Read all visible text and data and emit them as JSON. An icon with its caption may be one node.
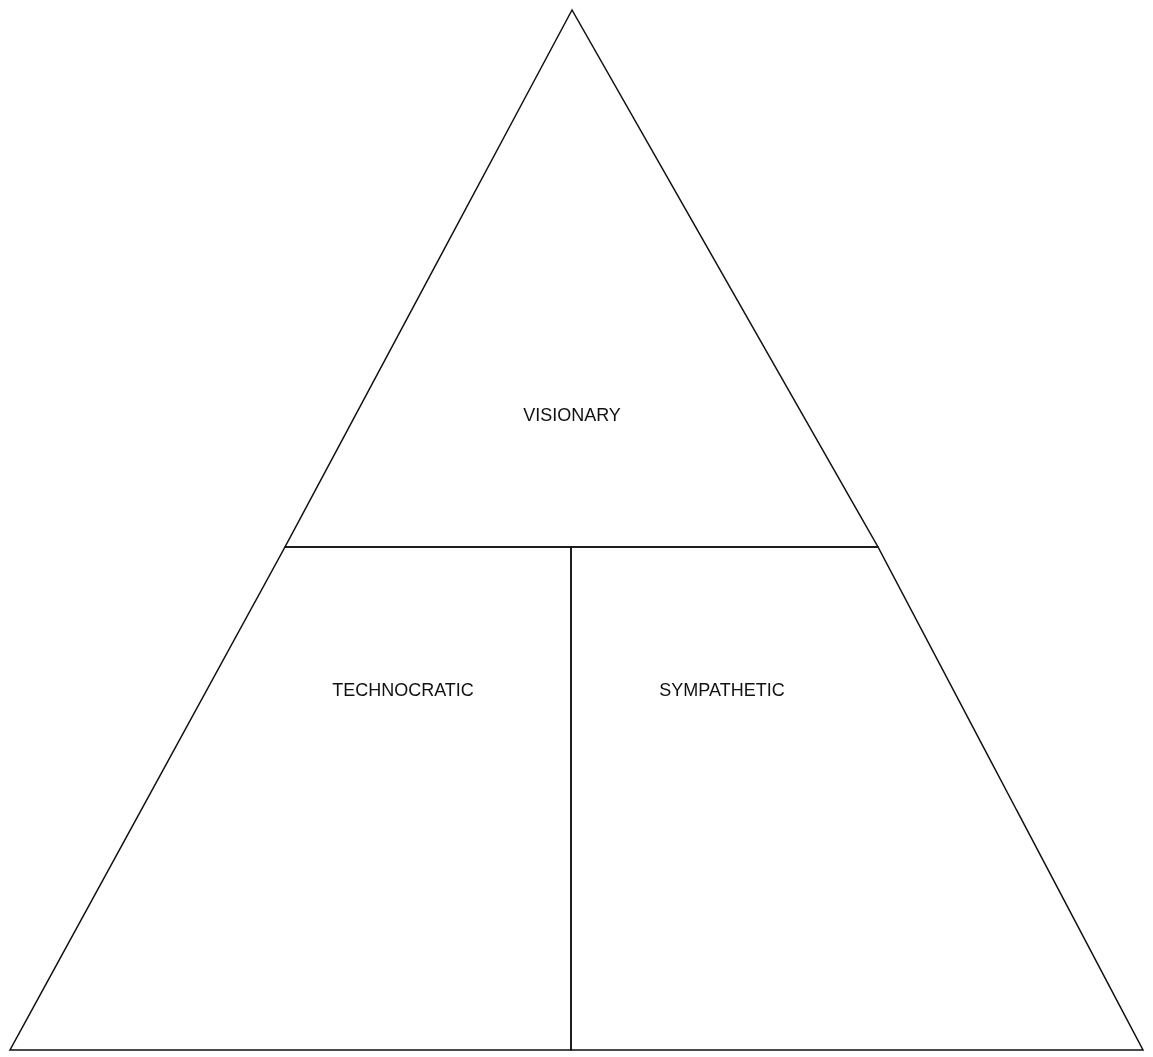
{
  "diagram": {
    "nodes": [
      {
        "text": [
          "VISIONARY"
        ]
      },
      {
        "text": [
          "TECHNOCRATIC"
        ]
      },
      {
        "text": [
          "SYMPATHETIC"
        ]
      }
    ]
  }
}
